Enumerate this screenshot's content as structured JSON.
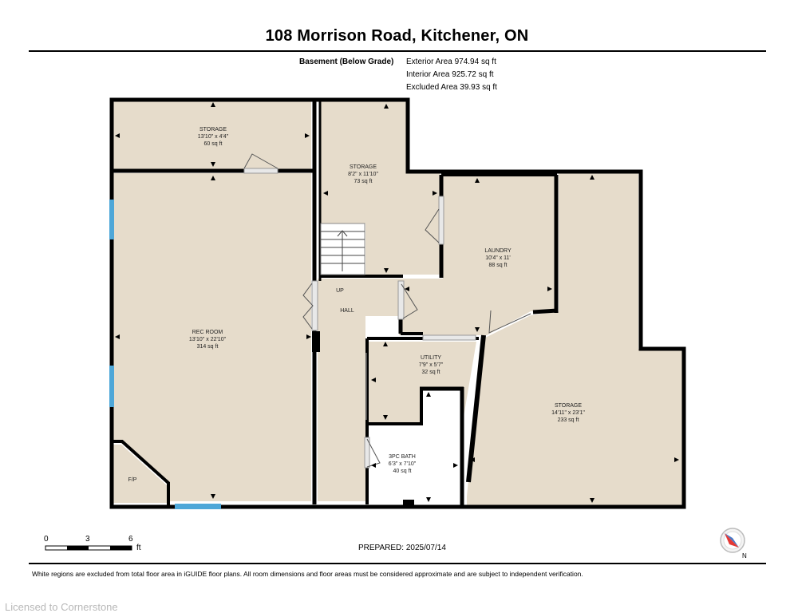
{
  "header": {
    "title": "108 Morrison Road, Kitchener, ON",
    "level_name": "Basement (Below Grade)",
    "exterior_area": "Exterior Area 974.94 sq ft",
    "interior_area": "Interior Area 925.72 sq ft",
    "excluded_area": "Excluded Area 39.93 sq ft"
  },
  "colors": {
    "room_fill": "#e6dccb",
    "excluded_fill": "#ffffff",
    "wall": "#000000",
    "window": "#4ea7d8",
    "compass_red": "#e53935"
  },
  "rooms": [
    {
      "name": "STORAGE",
      "dims": "13'10\" x 4'4\"",
      "area": "60 sq ft"
    },
    {
      "name": "STORAGE",
      "dims": "8'2\" x 11'10\"",
      "area": "73 sq ft"
    },
    {
      "name": "LAUNDRY",
      "dims": "10'4\" x 11'",
      "area": "88 sq ft"
    },
    {
      "name": "REC ROOM",
      "dims": "13'10\" x 22'10\"",
      "area": "314 sq ft"
    },
    {
      "name": "HALL"
    },
    {
      "name": "UTILITY",
      "dims": "7'9\" x 5'7\"",
      "area": "32 sq ft"
    },
    {
      "name": "STORAGE",
      "dims": "14'11\" x 23'1\"",
      "area": "233 sq ft"
    },
    {
      "name": "3PC BATH",
      "dims": "6'3\" x 7'10\"",
      "area": "40 sq ft"
    },
    {
      "name": "F/P"
    }
  ],
  "stairs_label": "UP",
  "scale": {
    "ticks": [
      "0",
      "3",
      "6"
    ],
    "unit": "ft"
  },
  "compass_label": "N",
  "prepared": "PREPARED: 2025/07/14",
  "disclaimer": "White regions are excluded from total floor area in iGUIDE floor plans. All room dimensions and floor areas must be considered approximate and are subject to independent verification.",
  "license": "Licensed to Cornerstone"
}
